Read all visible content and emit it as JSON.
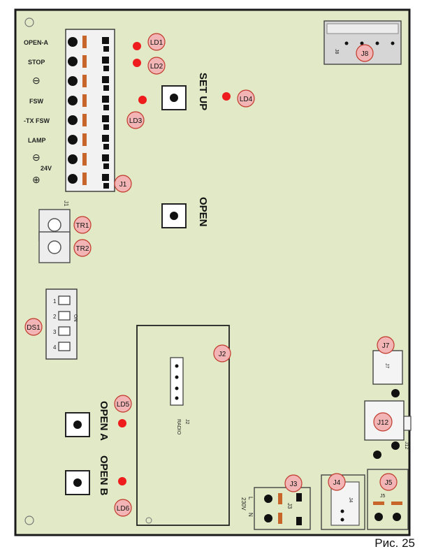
{
  "colors": {
    "board": "#e1e9c6",
    "border": "#1a1a1a",
    "led": "#ee1c1c",
    "label_bubble": "#f2b4b4",
    "terminal_orange": "#c8652a",
    "connector_gray": "#d6d6d6"
  },
  "terminal_labels": [
    "OPEN-A",
    "STOP",
    "⊖",
    "FSW",
    "-TX FSW",
    "LAMP",
    "⊖",
    "24V",
    "⊕"
  ],
  "silk": {
    "setup": "SET UP",
    "open": "OPEN",
    "open_a": "OPEN A",
    "open_b": "OPEN B",
    "radio": "RADIO",
    "j1": "J1",
    "j2": "J2",
    "j3": "J3",
    "j4": "J4",
    "j5": "J5",
    "j7": "J7",
    "j8": "J8",
    "j12": "J12",
    "on": "ON",
    "l": "L",
    "n": "N",
    "v230": "230V",
    "dip": [
      "1",
      "2",
      "3",
      "4"
    ]
  },
  "bubbles": {
    "ld1": "LD1",
    "ld2": "LD2",
    "ld3": "LD3",
    "ld4": "LD4",
    "ld5": "LD5",
    "ld6": "LD6",
    "j1": "J1",
    "tr1": "TR1",
    "tr2": "TR2",
    "ds1": "DS1",
    "j2": "J2",
    "j3": "J3",
    "j4": "J4",
    "j5": "J5",
    "j7": "J7",
    "j8": "J8",
    "j12": "J12"
  },
  "caption": "Рис. 25"
}
